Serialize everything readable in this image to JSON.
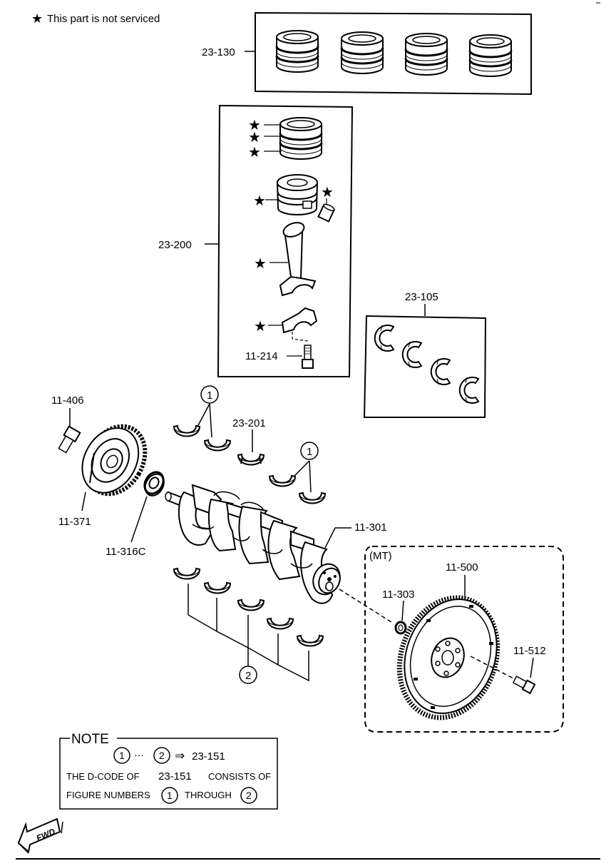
{
  "legend": {
    "star_symbol": "★",
    "text": "This part is not serviced"
  },
  "parts": {
    "p23_130": "23-130",
    "p23_200": "23-200",
    "p23_105": "23-105",
    "p11_214": "11-214",
    "p11_406": "11-406",
    "p23_201": "23-201",
    "p11_371": "11-371",
    "p11_316c": "11-316C",
    "p11_301": "11-301",
    "p11_500": "11-500",
    "p11_303": "11-303",
    "p11_512": "11-512"
  },
  "callouts": {
    "one": "1",
    "two": "2"
  },
  "mt_label": "(MT)",
  "note": {
    "title": "NOTE",
    "dots": "···",
    "arrow": "⇒",
    "target": "23-151",
    "line2_a": "THE D-CODE OF",
    "line2_code": "23-151",
    "line2_b": "CONSISTS OF",
    "line3_a": "FIGURE NUMBERS",
    "line3_b": "THROUGH"
  },
  "fwd": "FWD"
}
